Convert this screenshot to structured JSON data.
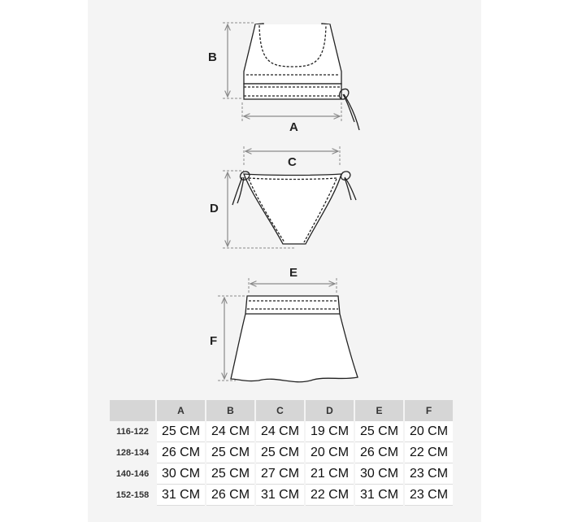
{
  "dimension_labels": {
    "a": "A",
    "b": "B",
    "c": "C",
    "d": "D",
    "e": "E",
    "f": "F"
  },
  "size_table": {
    "columns": [
      "A",
      "B",
      "C",
      "D",
      "E",
      "F"
    ],
    "rows": [
      {
        "size": "116-122",
        "values": [
          "25 CM",
          "24 CM",
          "24 CM",
          "19 CM",
          "25 CM",
          "20 CM"
        ]
      },
      {
        "size": "128-134",
        "values": [
          "26 CM",
          "25 CM",
          "25 CM",
          "20 CM",
          "26 CM",
          "22 CM"
        ]
      },
      {
        "size": "140-146",
        "values": [
          "30 CM",
          "25 CM",
          "27 CM",
          "21 CM",
          "30 CM",
          "23 CM"
        ]
      },
      {
        "size": "152-158",
        "values": [
          "31 CM",
          "26 CM",
          "31 CM",
          "22 CM",
          "31 CM",
          "23 CM"
        ]
      }
    ]
  }
}
